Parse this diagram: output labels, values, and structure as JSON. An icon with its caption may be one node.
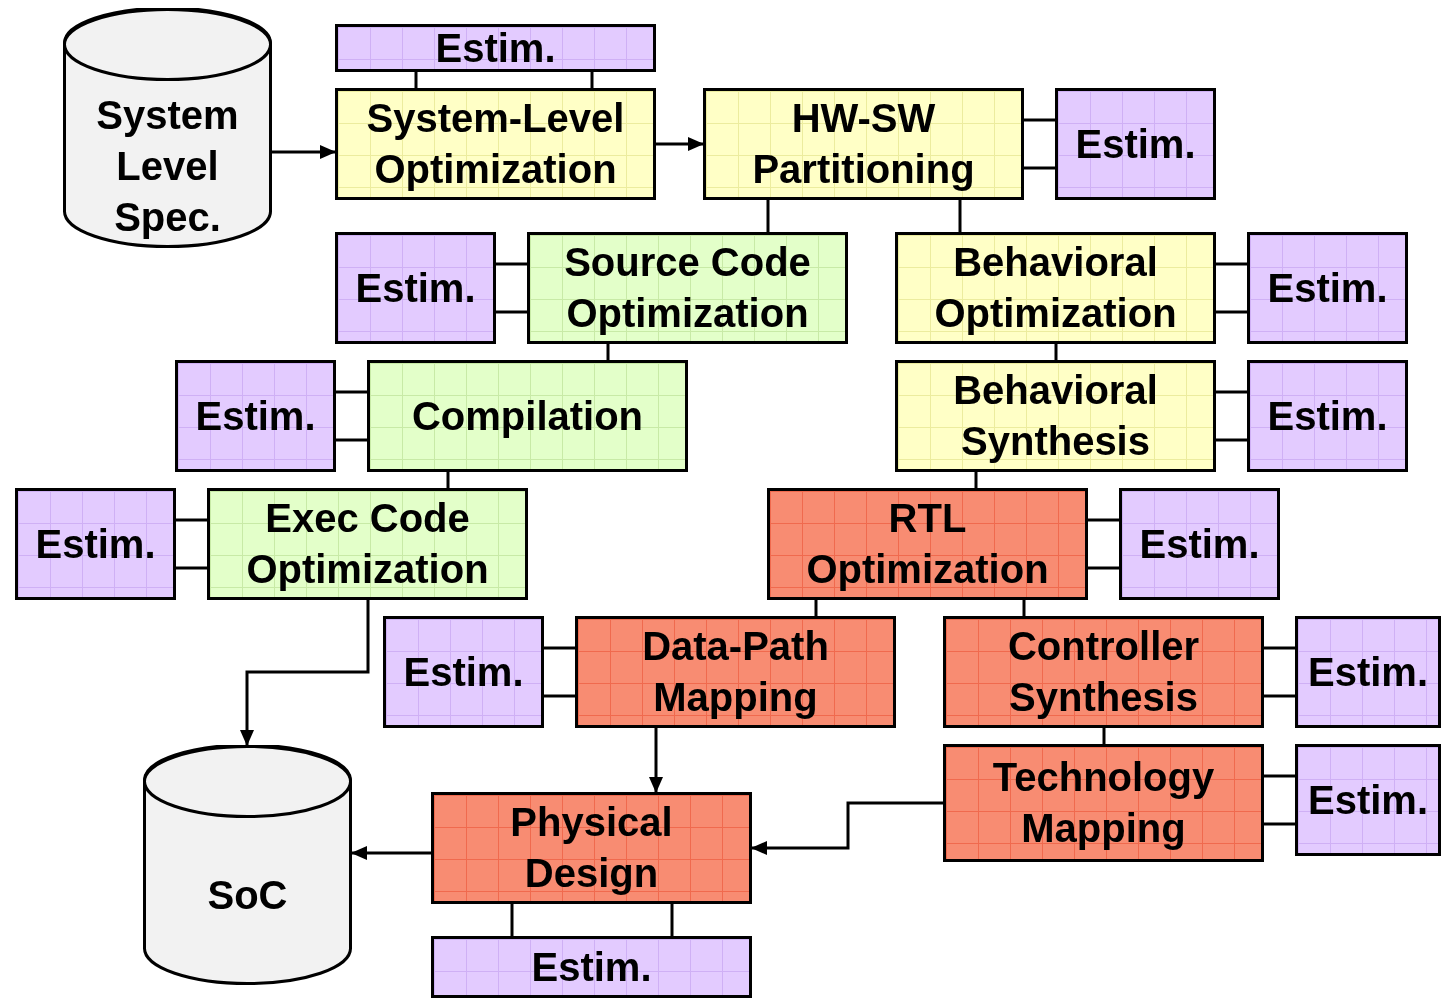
{
  "diagram": {
    "nodes": [
      {
        "text": [
          "System Level Spec."
        ]
      },
      {
        "text": [
          "Estim."
        ]
      },
      {
        "text": [
          "System-Level Optimization"
        ]
      },
      {
        "text": [
          "HW-SW Partitioning"
        ]
      },
      {
        "text": [
          "Estim."
        ]
      },
      {
        "text": [
          "Estim."
        ]
      },
      {
        "text": [
          "Source Code Optimization"
        ]
      },
      {
        "text": [
          "Behavioral Optimization"
        ]
      },
      {
        "text": [
          "Estim."
        ]
      },
      {
        "text": [
          "Estim."
        ]
      },
      {
        "text": [
          "Compilation"
        ]
      },
      {
        "text": [
          "Behavioral Synthesis"
        ]
      },
      {
        "text": [
          "Estim."
        ]
      },
      {
        "text": [
          "Estim."
        ]
      },
      {
        "text": [
          "Exec Code Optimization"
        ]
      },
      {
        "text": [
          "RTL Optimization"
        ]
      },
      {
        "text": [
          "Estim."
        ]
      },
      {
        "text": [
          "Estim."
        ]
      },
      {
        "text": [
          "Data-Path Mapping"
        ]
      },
      {
        "text": [
          "Controller Synthesis"
        ]
      },
      {
        "text": [
          "Estim."
        ]
      },
      {
        "text": [
          "Technology Mapping"
        ]
      },
      {
        "text": [
          "Estim."
        ]
      },
      {
        "text": [
          "SoC"
        ]
      },
      {
        "text": [
          "Physical Design"
        ]
      },
      {
        "text": [
          "Estim."
        ]
      }
    ],
    "edges": [
      {
        "from": 0,
        "to": 2,
        "arrow": "to"
      },
      {
        "from": 1,
        "to": 2,
        "arrow": "none"
      },
      {
        "from": 1,
        "to": 2,
        "arrow": "none"
      },
      {
        "from": 2,
        "to": 3,
        "arrow": "to"
      },
      {
        "from": 3,
        "to": 4,
        "arrow": "none"
      },
      {
        "from": 3,
        "to": 4,
        "arrow": "none"
      },
      {
        "from": 3,
        "to": 6,
        "arrow": "none"
      },
      {
        "from": 3,
        "to": 7,
        "arrow": "none"
      },
      {
        "from": 5,
        "to": 6,
        "arrow": "none"
      },
      {
        "from": 5,
        "to": 6,
        "arrow": "none"
      },
      {
        "from": 7,
        "to": 8,
        "arrow": "none"
      },
      {
        "from": 7,
        "to": 8,
        "arrow": "none"
      },
      {
        "from": 6,
        "to": 10,
        "arrow": "none"
      },
      {
        "from": 7,
        "to": 11,
        "arrow": "none"
      },
      {
        "from": 9,
        "to": 10,
        "arrow": "none"
      },
      {
        "from": 9,
        "to": 10,
        "arrow": "none"
      },
      {
        "from": 11,
        "to": 12,
        "arrow": "none"
      },
      {
        "from": 11,
        "to": 12,
        "arrow": "none"
      },
      {
        "from": 10,
        "to": 14,
        "arrow": "none"
      },
      {
        "from": 11,
        "to": 15,
        "arrow": "none"
      },
      {
        "from": 13,
        "to": 14,
        "arrow": "none"
      },
      {
        "from": 13,
        "to": 14,
        "arrow": "none"
      },
      {
        "from": 15,
        "to": 16,
        "arrow": "none"
      },
      {
        "from": 15,
        "to": 16,
        "arrow": "none"
      },
      {
        "from": 14,
        "to": 23,
        "arrow": "to"
      },
      {
        "from": 15,
        "to": 18,
        "arrow": "none"
      },
      {
        "from": 15,
        "to": 19,
        "arrow": "none"
      },
      {
        "from": 17,
        "to": 18,
        "arrow": "none"
      },
      {
        "from": 17,
        "to": 18,
        "arrow": "none"
      },
      {
        "from": 19,
        "to": 20,
        "arrow": "none"
      },
      {
        "from": 19,
        "to": 20,
        "arrow": "none"
      },
      {
        "from": 18,
        "to": 24,
        "arrow": "to"
      },
      {
        "from": 19,
        "to": 21,
        "arrow": "none"
      },
      {
        "from": 21,
        "to": 22,
        "arrow": "none"
      },
      {
        "from": 21,
        "to": 22,
        "arrow": "none"
      },
      {
        "from": 21,
        "to": 24,
        "arrow": "to"
      },
      {
        "from": 24,
        "to": 23,
        "arrow": "to"
      },
      {
        "from": 24,
        "to": 25,
        "arrow": "none"
      },
      {
        "from": 24,
        "to": 25,
        "arrow": "none"
      }
    ]
  }
}
